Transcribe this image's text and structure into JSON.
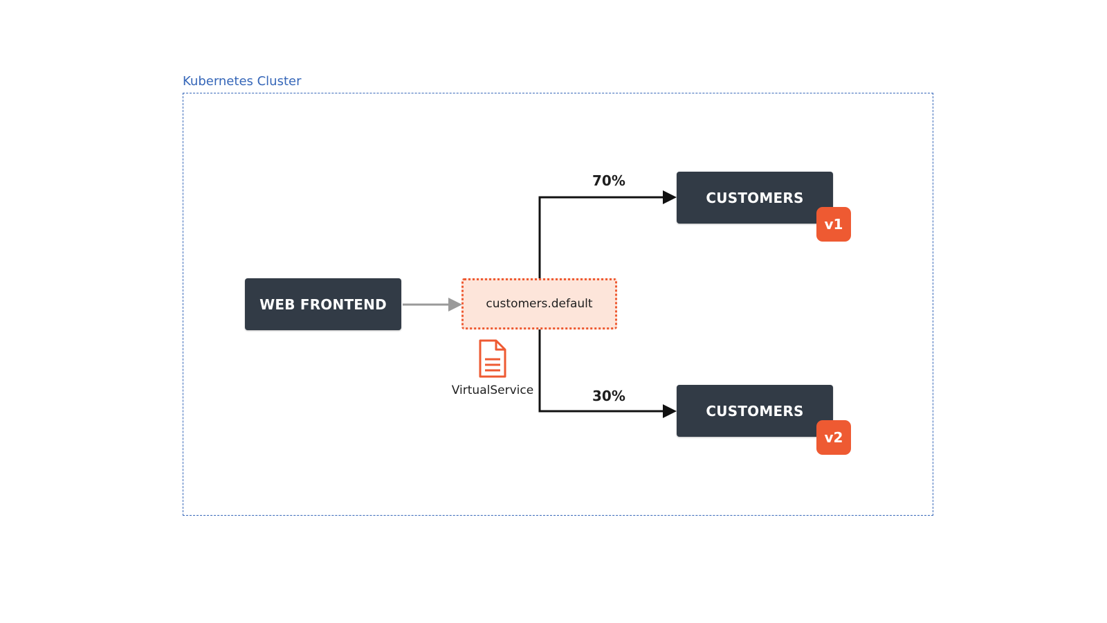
{
  "cluster": {
    "label": "Kubernetes Cluster"
  },
  "nodes": {
    "web_frontend": "WEB FRONTEND",
    "customers_v1": "CUSTOMERS",
    "customers_v2": "CUSTOMERS"
  },
  "badges": {
    "v1": "v1",
    "v2": "v2"
  },
  "virtual_service": {
    "host": "customers.default",
    "caption": "VirtualService",
    "icon": "document-icon"
  },
  "routes": {
    "v1_weight": "70%",
    "v2_weight": "30%"
  },
  "colors": {
    "node_bg": "#323b46",
    "accent": "#ee5a32",
    "vs_fill": "#fde5da",
    "cluster_border": "#3566b8",
    "frontend_arrow": "#9a9a9a",
    "route_line": "#111111"
  }
}
